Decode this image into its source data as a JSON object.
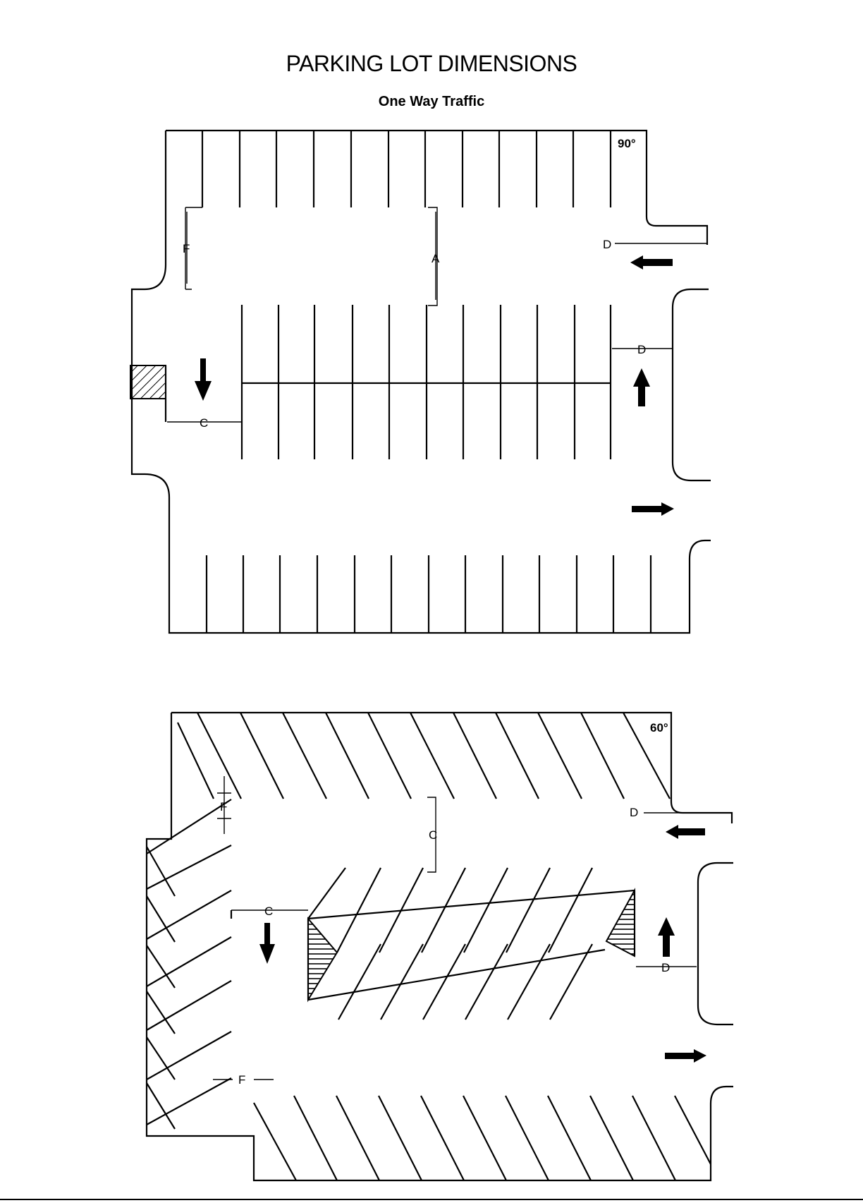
{
  "title": "PARKING LOT DIMENSIONS",
  "subtitle": "One Way Traffic",
  "diagrams": [
    {
      "angle_label": "90°",
      "labels": {
        "a": "A",
        "c": "C",
        "d_top": "D",
        "d_mid": "D",
        "f": "F"
      }
    },
    {
      "angle_label": "60°",
      "labels": {
        "c_center": "C",
        "c_left": "C",
        "d_top": "D",
        "d_mid": "D",
        "f_top": "F",
        "f_bottom": "F"
      }
    }
  ],
  "colors": {
    "ink": "#000000",
    "background": "#ffffff"
  },
  "icons": [
    "arrow-left-icon",
    "arrow-down-icon",
    "arrow-up-icon",
    "arrow-right-icon"
  ]
}
